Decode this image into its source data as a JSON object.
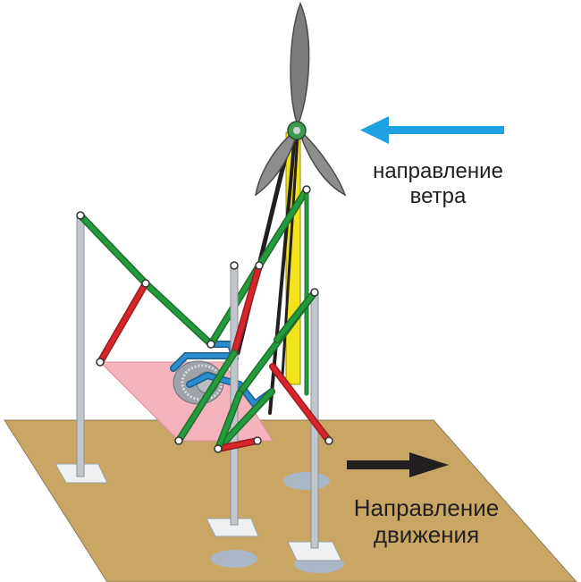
{
  "labels": {
    "wind_line1": "направление",
    "wind_line2": "ветра",
    "motion_line1": "Направление",
    "motion_line2": "движения"
  },
  "colors": {
    "ground": "#c9a663",
    "platform": "#f4b3bd",
    "leg_link_green": "#239a3b",
    "leg_link_red": "#d7262b",
    "mast_yellow": "#f2e21c",
    "rod_black": "#231f20",
    "drive_blue": "#2b8ccf",
    "pole_gray": "#c0c6cc",
    "wind_arrow": "#1ea1e3",
    "motion_arrow": "#231f20",
    "propeller": "#7d7d7d",
    "footprint": "#a9b7c6"
  },
  "icons": {
    "wind_arrow": "arrow-left-icon",
    "motion_arrow": "arrow-right-icon",
    "propeller": "propeller-icon"
  }
}
